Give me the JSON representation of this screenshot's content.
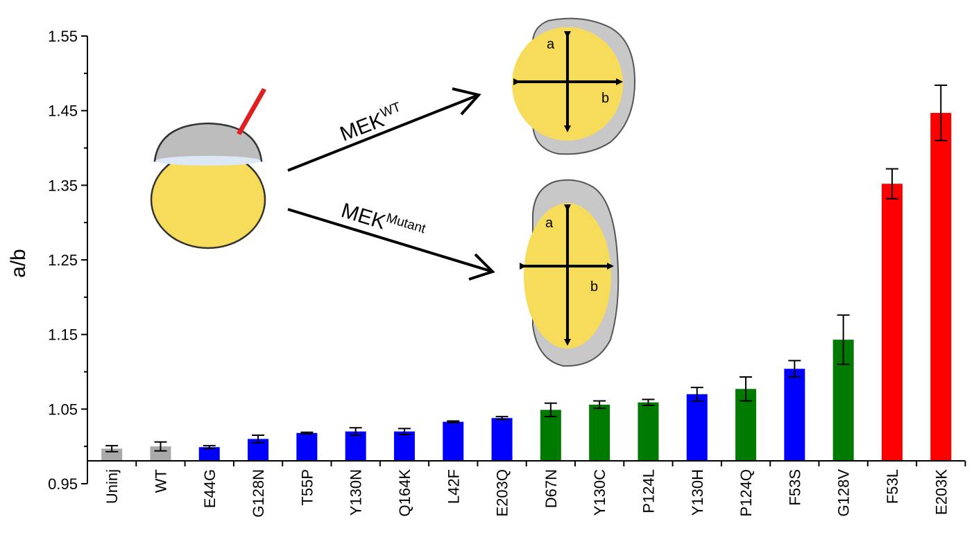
{
  "chart_data": {
    "type": "bar",
    "ylabel": "a/b",
    "xlabel": "",
    "ylim": [
      0.95,
      1.55
    ],
    "yticks": [
      "0.95",
      "1.05",
      "1.15",
      "1.25",
      "1.35",
      "1.45",
      "1.55"
    ],
    "categories": [
      "Uninj",
      "WT",
      "E44G",
      "G128N",
      "T55P",
      "Y130N",
      "Q164K",
      "L42F",
      "E203Q",
      "D67N",
      "Y130C",
      "P124L",
      "Y130H",
      "P124Q",
      "F53S",
      "G128V",
      "F53L",
      "E203K"
    ],
    "values": [
      0.997,
      1.0,
      0.999,
      1.01,
      1.018,
      1.02,
      1.02,
      1.033,
      1.038,
      1.049,
      1.056,
      1.059,
      1.07,
      1.077,
      1.104,
      1.143,
      1.352,
      1.447
    ],
    "errors": [
      0.004,
      0.006,
      0.002,
      0.005,
      0.001,
      0.005,
      0.004,
      0.001,
      0.002,
      0.009,
      0.005,
      0.004,
      0.009,
      0.016,
      0.011,
      0.033,
      0.02,
      0.037
    ],
    "bar_colors": [
      "#a9a9a9",
      "#a9a9a9",
      "#0000ff",
      "#0000ff",
      "#0000ff",
      "#0000ff",
      "#0000ff",
      "#0000ff",
      "#0000ff",
      "#007a00",
      "#007a00",
      "#007a00",
      "#0000ff",
      "#007a00",
      "#0000ff",
      "#007a00",
      "#ff0000",
      "#ff0000"
    ],
    "grid": false,
    "legend": "none"
  },
  "diagram": {
    "arrow_top_label_main": "MEK",
    "arrow_top_label_sup": "WT",
    "arrow_bottom_label_main": "MEK",
    "arrow_bottom_label_sup": "Mutant",
    "axis_a_label": "a",
    "axis_b_label": "b",
    "colors": {
      "yolk": "#f7dc5c",
      "blastoderm": "#bdbdbd",
      "needle": "#e02020"
    }
  }
}
